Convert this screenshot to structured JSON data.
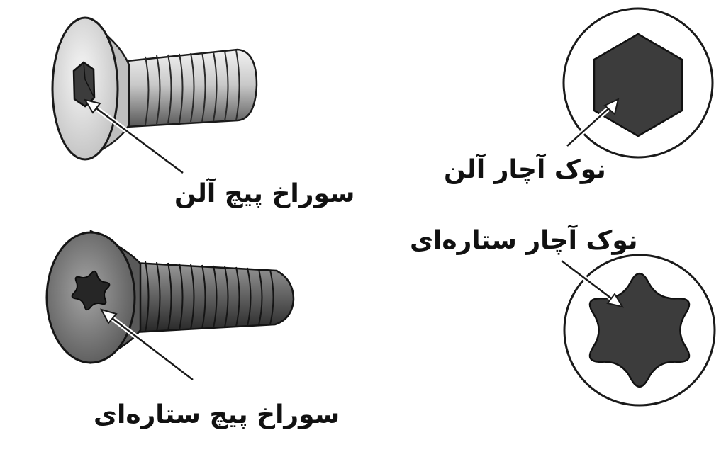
{
  "labels": {
    "allen_hole": "سوراخ پیچ آلن",
    "allen_tip": "نوک آچار آلن",
    "torx_tip": "نوک آچار ستاره‌ای",
    "torx_hole": "سوراخ پیچ ستاره‌ای"
  },
  "icons": {
    "allen_screw": "countersunk-screw-hex-socket",
    "torx_screw": "countersunk-screw-torx-socket",
    "allen_key_tip": "hexagon-tip",
    "torx_key_tip": "six-point-star-tip"
  },
  "colors": {
    "background": "#ffffff",
    "text": "#111111",
    "ink": "#1a1a1a",
    "fill_dark": "#3c3c3c",
    "screw_light": "#d6d6d6",
    "screw_dark": "#3a3a3a"
  }
}
